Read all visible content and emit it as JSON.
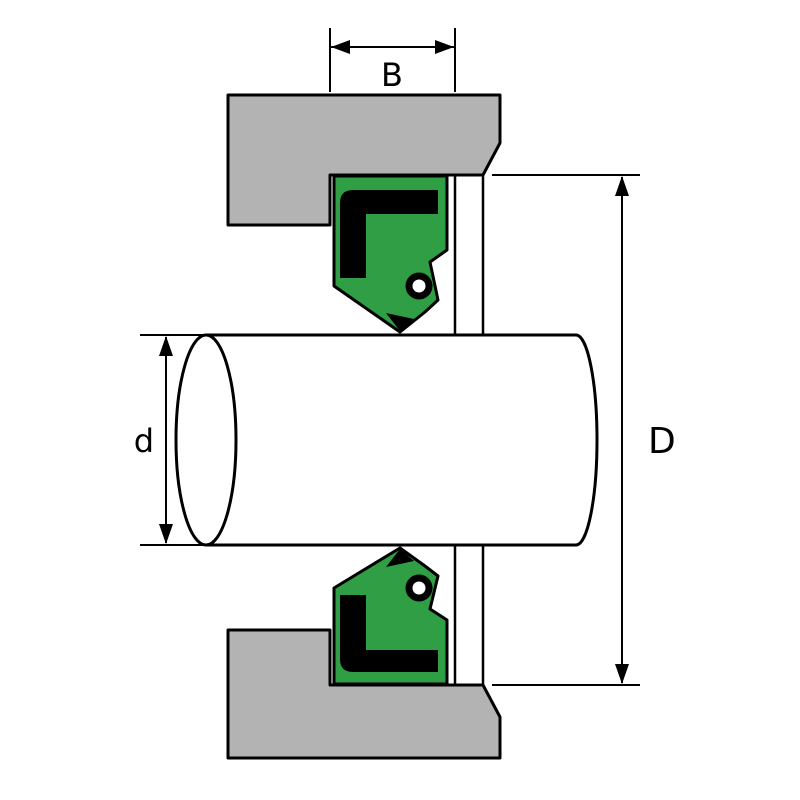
{
  "figure": {
    "labels": {
      "width": "B",
      "shaft_diameter": "d",
      "outer_diameter": "D"
    }
  },
  "colors": {
    "background": "#ffffff",
    "housing_gray": "#b3b3b3",
    "seal_green": "#2f9e44",
    "shaft_white": "#ffffff",
    "line_black": "#000000"
  }
}
